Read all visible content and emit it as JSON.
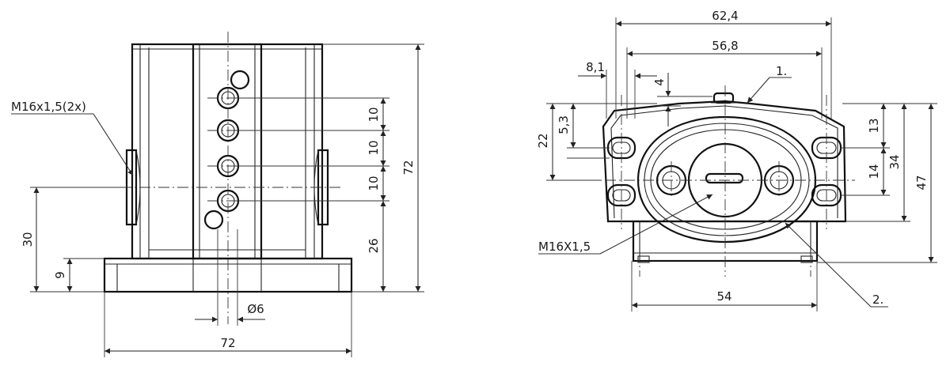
{
  "dimensions": {
    "front_width": "72",
    "front_height": "72",
    "front_pitch_1": "10",
    "front_pitch_2": "10",
    "front_pitch_3": "10",
    "front_lower": "26",
    "front_axis_height": "30",
    "front_base": "9",
    "front_diameter": "Ø6",
    "side_top_outer": "62,4",
    "side_top_inner": "56,8",
    "side_small": "8,1",
    "side_bottom": "54",
    "side_offset": "4",
    "side_left_22": "22",
    "side_left_53": "5,3",
    "side_right_13": "13",
    "side_right_14": "14",
    "side_right_34": "34",
    "side_right_47": "47"
  },
  "labels": {
    "thread_front": "M16x1,5(2x)",
    "thread_side": "M16X1,5",
    "callout_1": "1.",
    "callout_2": "2."
  }
}
